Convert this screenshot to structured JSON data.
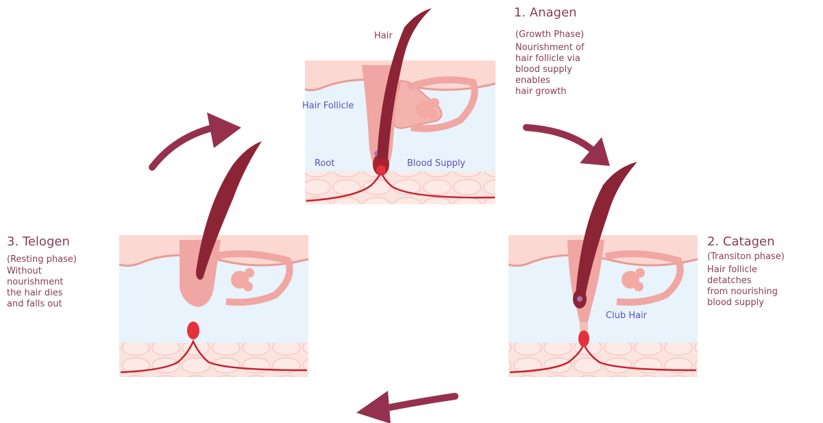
{
  "diagram": {
    "labels": {
      "hair": "Hair",
      "hair_follicle": "Hair Follicle",
      "root": "Root",
      "blood_supply": "Blood Supply",
      "club_hair": "Club Hair"
    },
    "phases": [
      {
        "number": "1.",
        "name": "Anagen",
        "subtitle": "(Growth Phase)",
        "description": "Nourishment of\nhair follicle via\nblood supply\nenables\nhair growth"
      },
      {
        "number": "2.",
        "name": "Catagen",
        "subtitle": "(Transiton phase)",
        "description": "Hair follicle\ndetatches\nfrom nourishing\nblood supply"
      },
      {
        "number": "3.",
        "name": "Telogen",
        "subtitle": "(Resting phase)",
        "description": "Without\nnourishment\nthe hair dies\nand falls out"
      }
    ],
    "colors": {
      "arrow": "#96304f",
      "hair_shaft": "#8b2435",
      "follicle": "#f0a6a2",
      "skin": "#fcdcd6",
      "dermis_bg": "#e8f3fb",
      "cells": "#fbe2de",
      "vessel": "#c8202e",
      "blood_dot": "#e5313b",
      "label_blue": "#5b52b8",
      "label_text": "#8a3b52"
    }
  }
}
